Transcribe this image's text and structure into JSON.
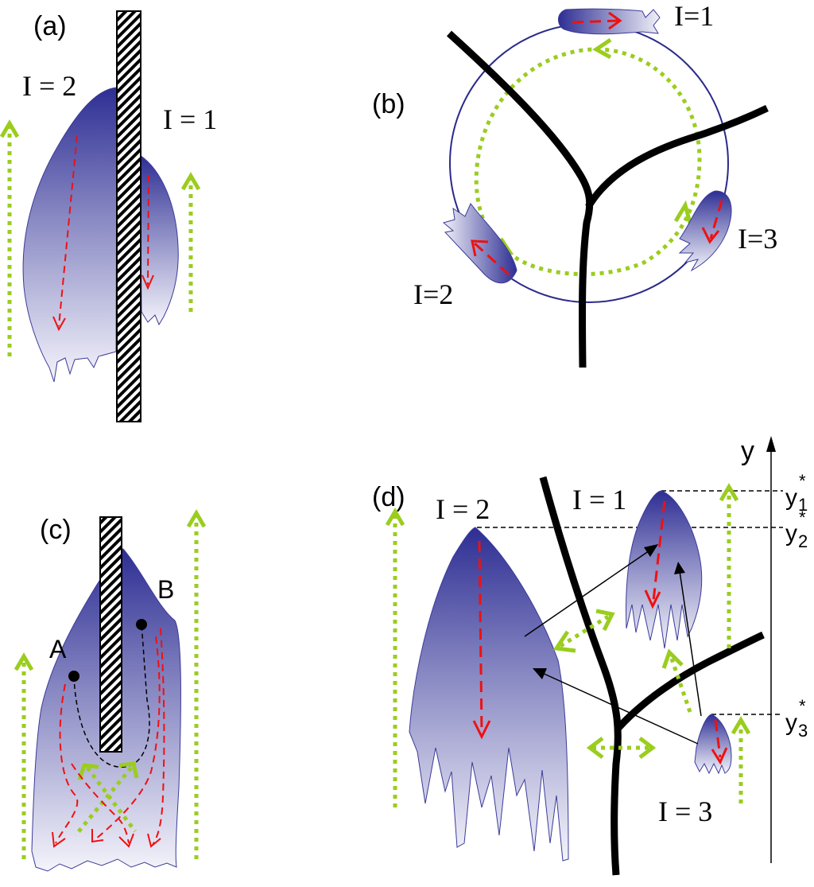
{
  "panels": {
    "a": {
      "tag": "(a)",
      "label_left": "I = 2",
      "label_right": "I = 1"
    },
    "b": {
      "tag": "(b)",
      "label_top": "I=1",
      "label_left": "I=2",
      "label_right": "I=3"
    },
    "c": {
      "tag": "(c)",
      "point_a": "A",
      "point_b": "B"
    },
    "d": {
      "tag": "(d)",
      "label_left": "I = 2",
      "label_mid": "I = 1",
      "label_bottom": "I = 3",
      "axis_label": "y",
      "y1_base": "y",
      "y1_star": "*",
      "y1_sub": "1",
      "y2_base": "y",
      "y2_star": "*",
      "y2_sub": "2",
      "y3_base": "y",
      "y3_star": "*",
      "y3_sub": "3"
    }
  },
  "colors": {
    "plume_top": "#2e2e94",
    "plume_bottom": "#ffffff",
    "fluid_flow": "#9acd1e",
    "internal_flow": "#ee1111",
    "obstacle": "#000000"
  }
}
